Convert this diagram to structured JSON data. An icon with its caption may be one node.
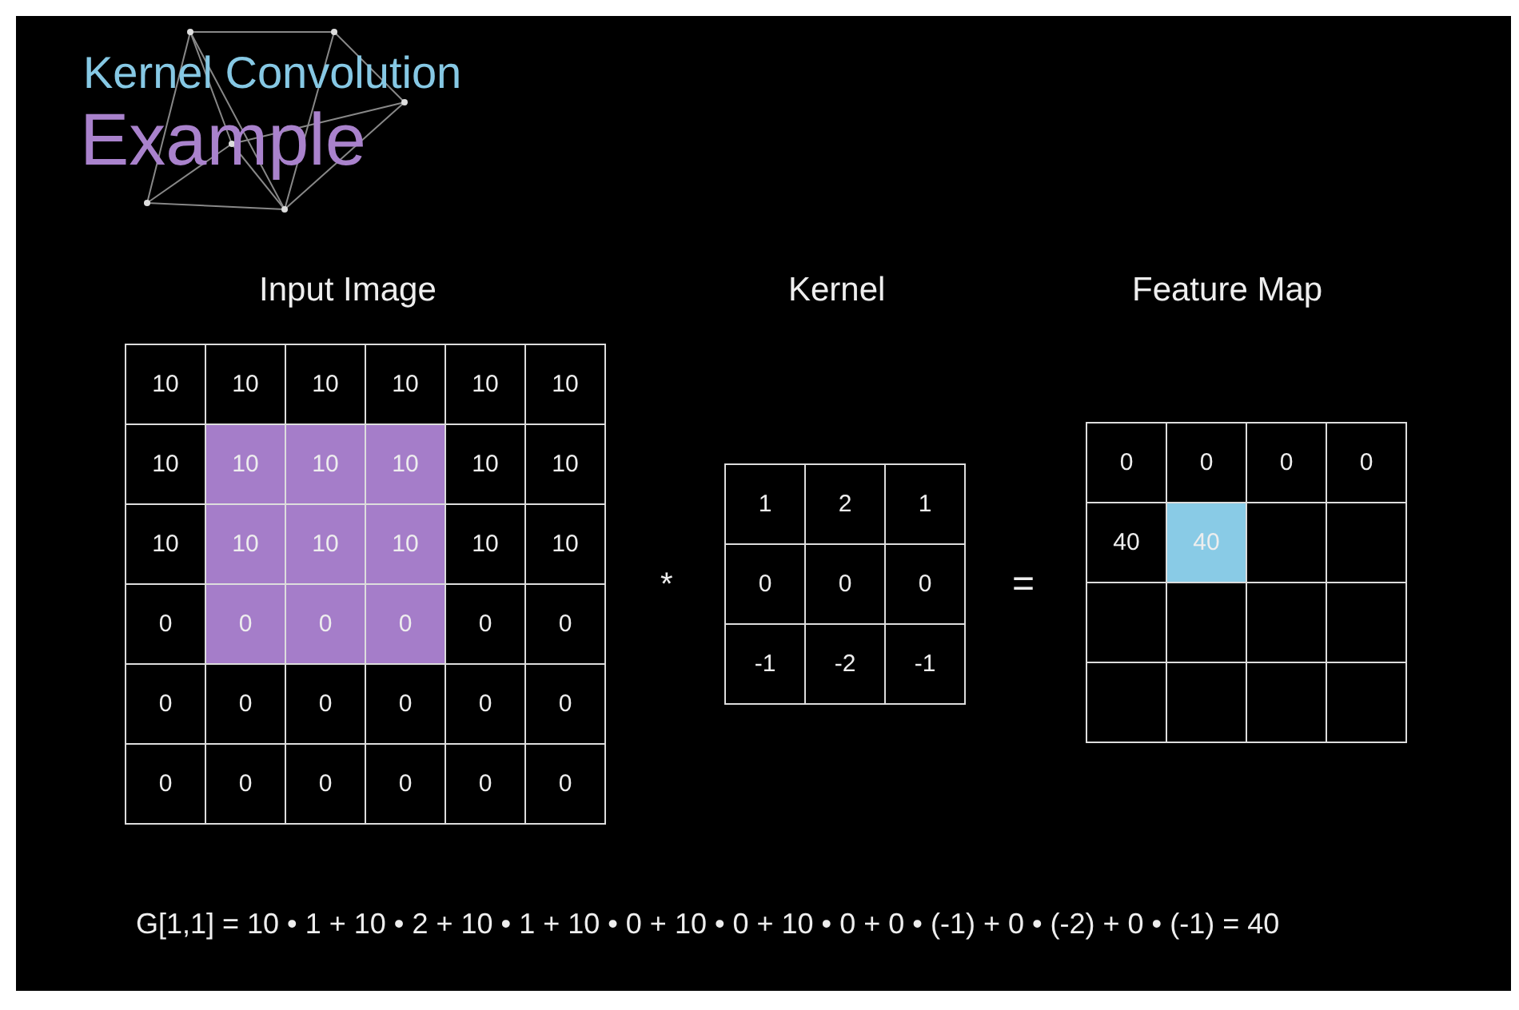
{
  "diagram": {
    "labels": [
      "Kernel Convolution",
      "Example",
      "Input Image",
      "Kernel",
      "Feature Map",
      "10",
      "10",
      "10",
      "10",
      "10",
      "10",
      "10",
      "10",
      "10",
      "10",
      "10",
      "10",
      "10",
      "10",
      "10",
      "10",
      "10",
      "10",
      "0",
      "0",
      "0",
      "0",
      "0",
      "0",
      "0",
      "0",
      "0",
      "0",
      "0",
      "0",
      "0",
      "0",
      "0",
      "0",
      "0",
      "0",
      "*",
      "1",
      "2",
      "1",
      "0",
      "0",
      "0",
      "-1",
      "-2",
      "-1",
      "=",
      "0",
      "0",
      "0",
      "0",
      "40",
      "40",
      "G[1,1] = 10 • 1 + 10 • 2 + 10 • 1 + 10 • 0 + 10 • 0 + 10 • 0 + 0 • (-1) + 0 • (-2) + 0 • (-1) = 40"
    ]
  }
}
